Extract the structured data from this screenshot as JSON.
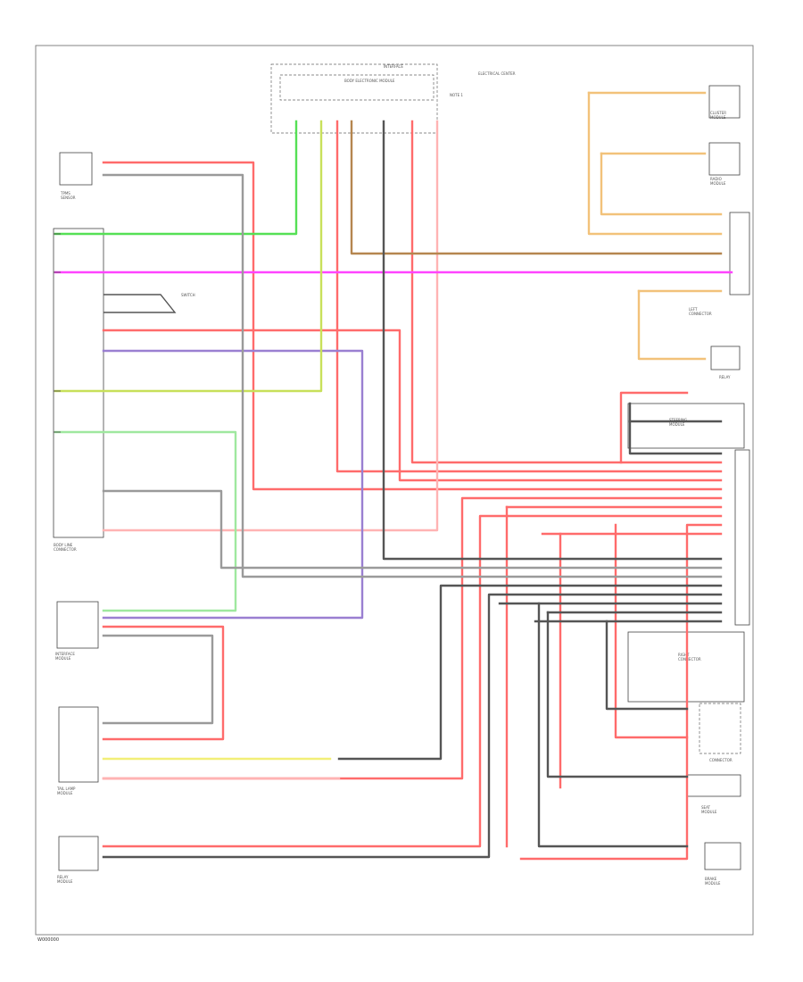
{
  "footer": {
    "code": "W000000"
  },
  "components": {
    "top_module": "BODY ELECTRONIC MODULE",
    "top_module_sub": "INTERFACE",
    "top_right_note": "ELECTRICAL CENTER",
    "top_right_sub": "NOTE 1",
    "upper_left": "TPMS\nSENSOR",
    "left_long": "BODY LINE\nCONNECTOR",
    "left_switch": "SWITCH",
    "mid_left": "INTERFACE\nMODULE",
    "lower_left": "TAIL LAMP\nMODULE",
    "bottom_left": "RELAY\nMODULE",
    "right_top1": "CLUSTER\nMODULE",
    "right_top2": "RADIO\nMODULE",
    "right_mid1": "LEFT\nCONNECTOR",
    "right_mid2": "RELAY",
    "right_mid3": "STEERING\nMODULE",
    "right_low1": "RIGHT\nCONNECTOR",
    "right_low2": "CONNECTOR",
    "right_low3": "SEAT\nMODULE",
    "right_bottom": "BRAKE\nMODULE"
  },
  "colors": {
    "red": "#ff6b6b",
    "pink": "#ffb3b3",
    "green": "#55e055",
    "light_green": "#9fe89f",
    "magenta": "#ff44ff",
    "violet": "#9a7fd1",
    "yellow_green": "#c8e05a",
    "yellow": "#f2ef78",
    "tan": "#f2c27a",
    "brown": "#b5864f",
    "gray": "#9a9a9a",
    "dark_gray": "#555555",
    "black": "#333333"
  }
}
